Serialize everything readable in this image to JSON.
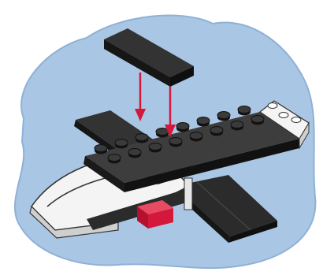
{
  "figure": {
    "subject": "lego-plane-assembly-step",
    "colors": {
      "backdrop": "#a9c7e4",
      "backdrop_edge": "#8fb1d6",
      "brick_black": "#2b2b2b",
      "brick_black_top": "#3d3d3d",
      "stud": "#1c1c1c",
      "stud_highlight": "#5a5a5a",
      "body_white": "#f4f4f4",
      "body_shade": "#cfcfcf",
      "accent_red": "#d4183c",
      "arrow_red": "#d4183c"
    },
    "parts": [
      "flat-tile",
      "fuselage-top-plate",
      "wing-plate",
      "tail-plate",
      "white-hull",
      "red-brick"
    ],
    "arrows": 2
  }
}
